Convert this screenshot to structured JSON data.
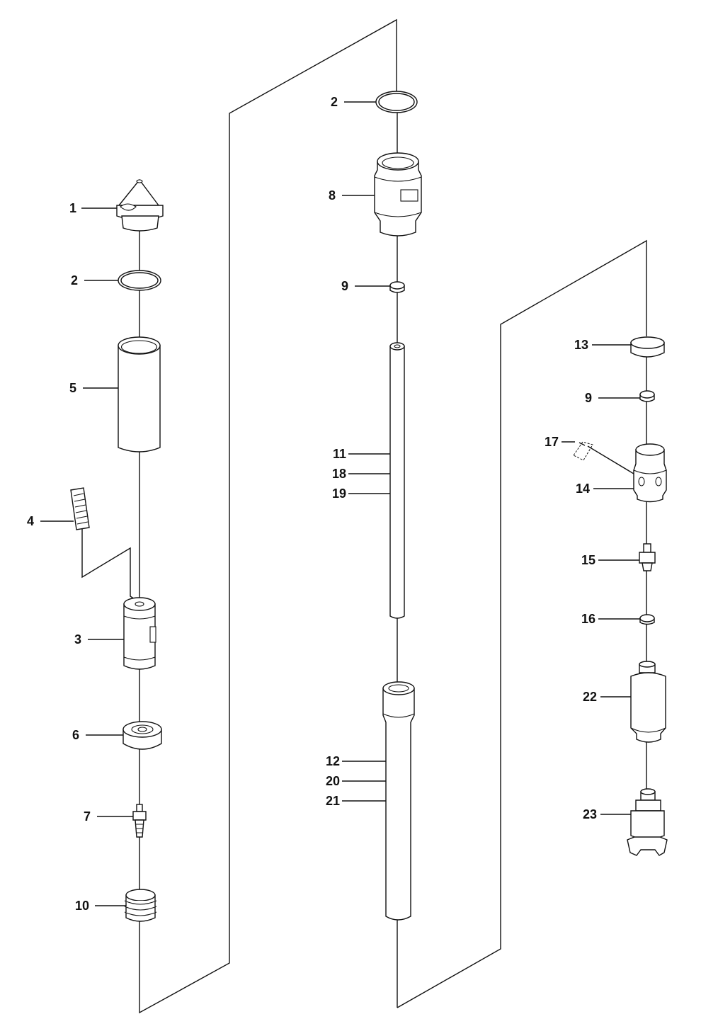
{
  "callouts": {
    "c1": "1",
    "c2a": "2",
    "c5": "5",
    "c4": "4",
    "c3": "3",
    "c6": "6",
    "c7": "7",
    "c10": "10",
    "c2b": "2",
    "c8": "8",
    "c9a": "9",
    "c11": "11",
    "c18": "18",
    "c19": "19",
    "c12": "12",
    "c20": "20",
    "c21": "21",
    "c13": "13",
    "c9b": "9",
    "c17": "17",
    "c14": "14",
    "c15": "15",
    "c16": "16",
    "c22": "22",
    "c23": "23"
  }
}
